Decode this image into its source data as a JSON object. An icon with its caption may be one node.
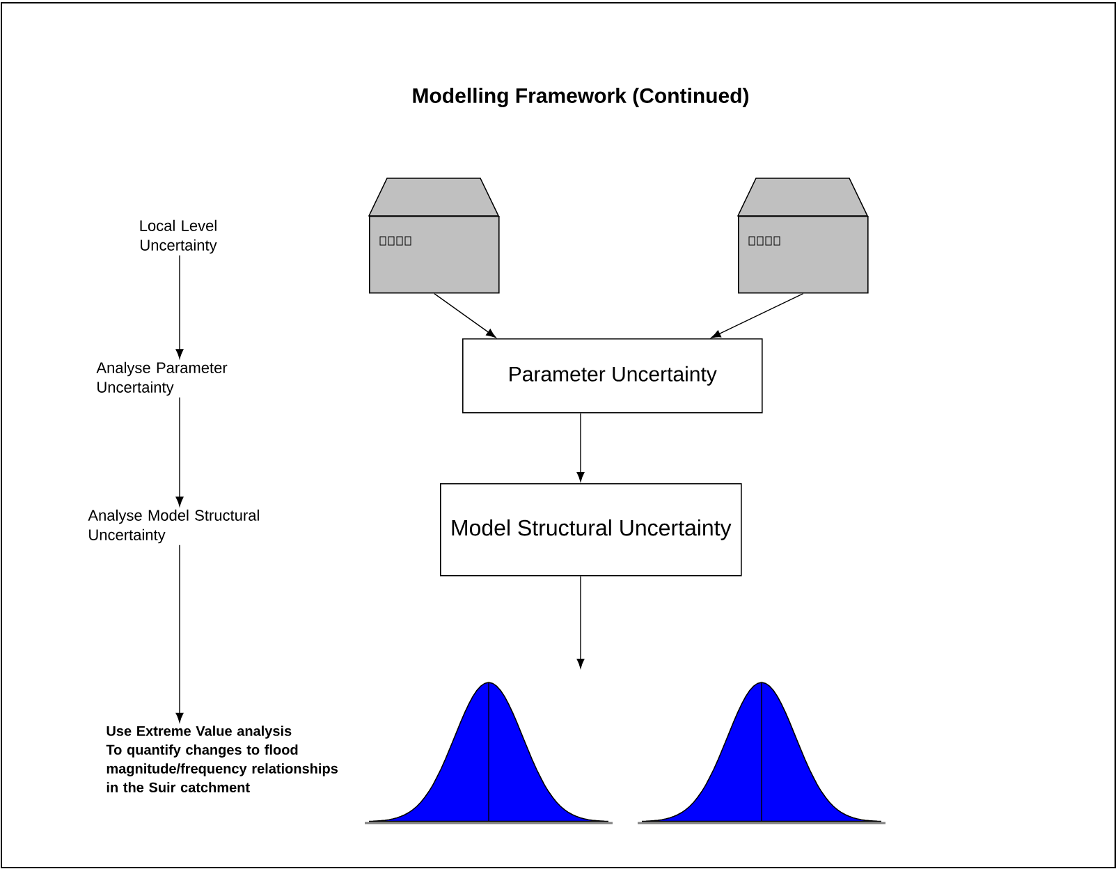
{
  "diagram": {
    "title": "Modelling Framework (Continued)",
    "nodes": [
      {
        "text": [
          "Local Level Uncertainty"
        ]
      },
      {
        "text": [
          "Analyse Parameter Uncertainty"
        ]
      },
      {
        "text": [
          "Analyse Model Structural Uncertainty"
        ]
      },
      {
        "text": [
          "Use Extreme Value analysis To quantify changes to flood magnitude/frequency relationships in the Suir catchment"
        ]
      },
      {
        "text": [],
        "shape": "box"
      },
      {
        "text": [],
        "shape": "box"
      },
      {
        "text": [
          "Parameter Uncertainty"
        ]
      },
      {
        "text": [
          "Model Structural Uncertainty"
        ]
      },
      {
        "text": [],
        "shape": "picture"
      }
    ],
    "edges": [
      {
        "from": 0,
        "to": 1,
        "arrow": "to"
      },
      {
        "from": 1,
        "to": 2,
        "arrow": "to"
      },
      {
        "from": 2,
        "to": 3,
        "arrow": "to"
      },
      {
        "from": 4,
        "to": 6,
        "arrow": "to"
      },
      {
        "from": 5,
        "to": 6,
        "arrow": "to"
      },
      {
        "from": 6,
        "to": 7,
        "arrow": "to"
      },
      {
        "from": 7,
        "to": 8,
        "arrow": "to"
      }
    ]
  }
}
